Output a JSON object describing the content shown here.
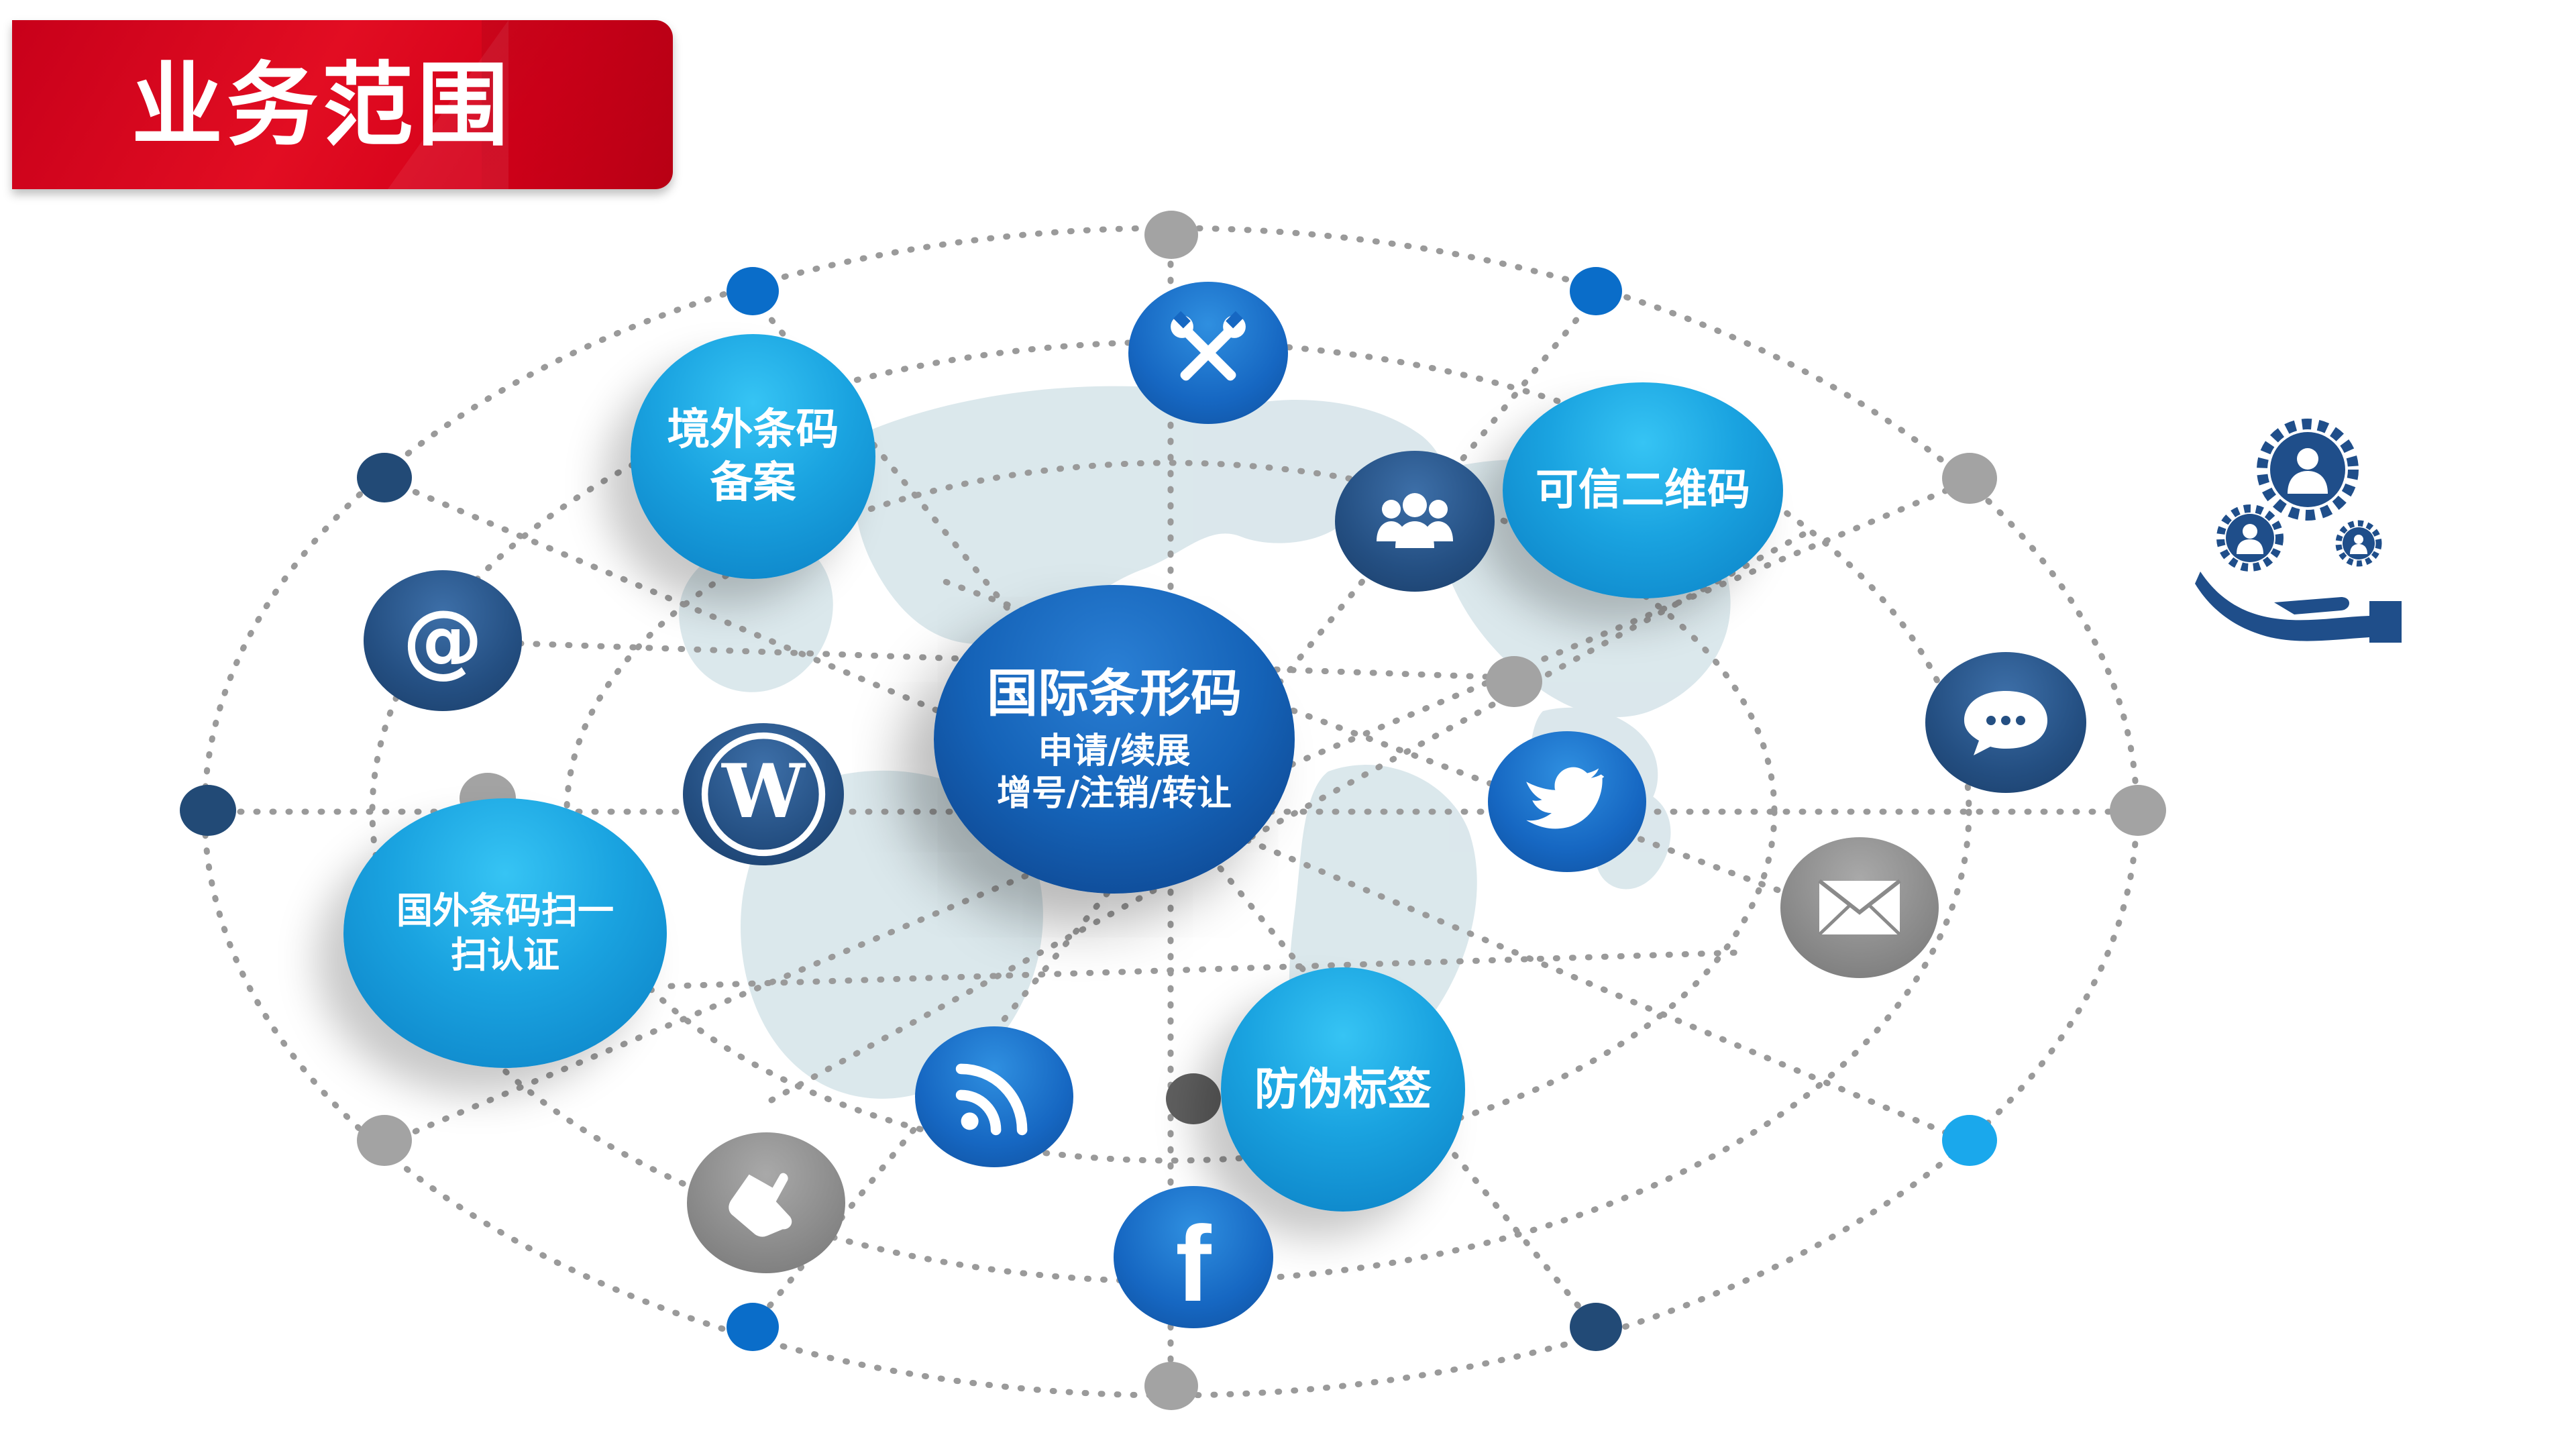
{
  "header": {
    "title": "业务范围"
  },
  "diagram": {
    "center": {
      "title": "国际条形码",
      "line2": "申请/续展",
      "line3": "增号/注销/转让"
    },
    "services": {
      "overseas_filing": {
        "line1": "境外条码",
        "line2": "备案"
      },
      "trusted_qr": {
        "label": "可信二维码"
      },
      "scan_certification": {
        "line1": "国外条码扫一",
        "line2": "扫认证"
      },
      "anti_counterfeit": {
        "label": "防伪标签"
      }
    },
    "icons": {
      "at": "@",
      "wordpress": "wordpress-icon",
      "tools": "tools-icon",
      "group": "group-icon",
      "twitter": "twitter-icon",
      "chat": "chat-icon",
      "mail": "mail-icon",
      "rss": "rss-icon",
      "facebook": "f",
      "hand": "hand-pointer-icon",
      "people_gears": "people-gears-icon"
    },
    "colors": {
      "banner_red": "#e20d22",
      "bubble_blue": "#1aa3e0",
      "center_blue": "#1563b8",
      "dot_navy": "#224a76",
      "dot_blue": "#0a6dc9",
      "dot_gray": "#a3a3a3",
      "dot_cyan": "#1aa8ec"
    }
  }
}
